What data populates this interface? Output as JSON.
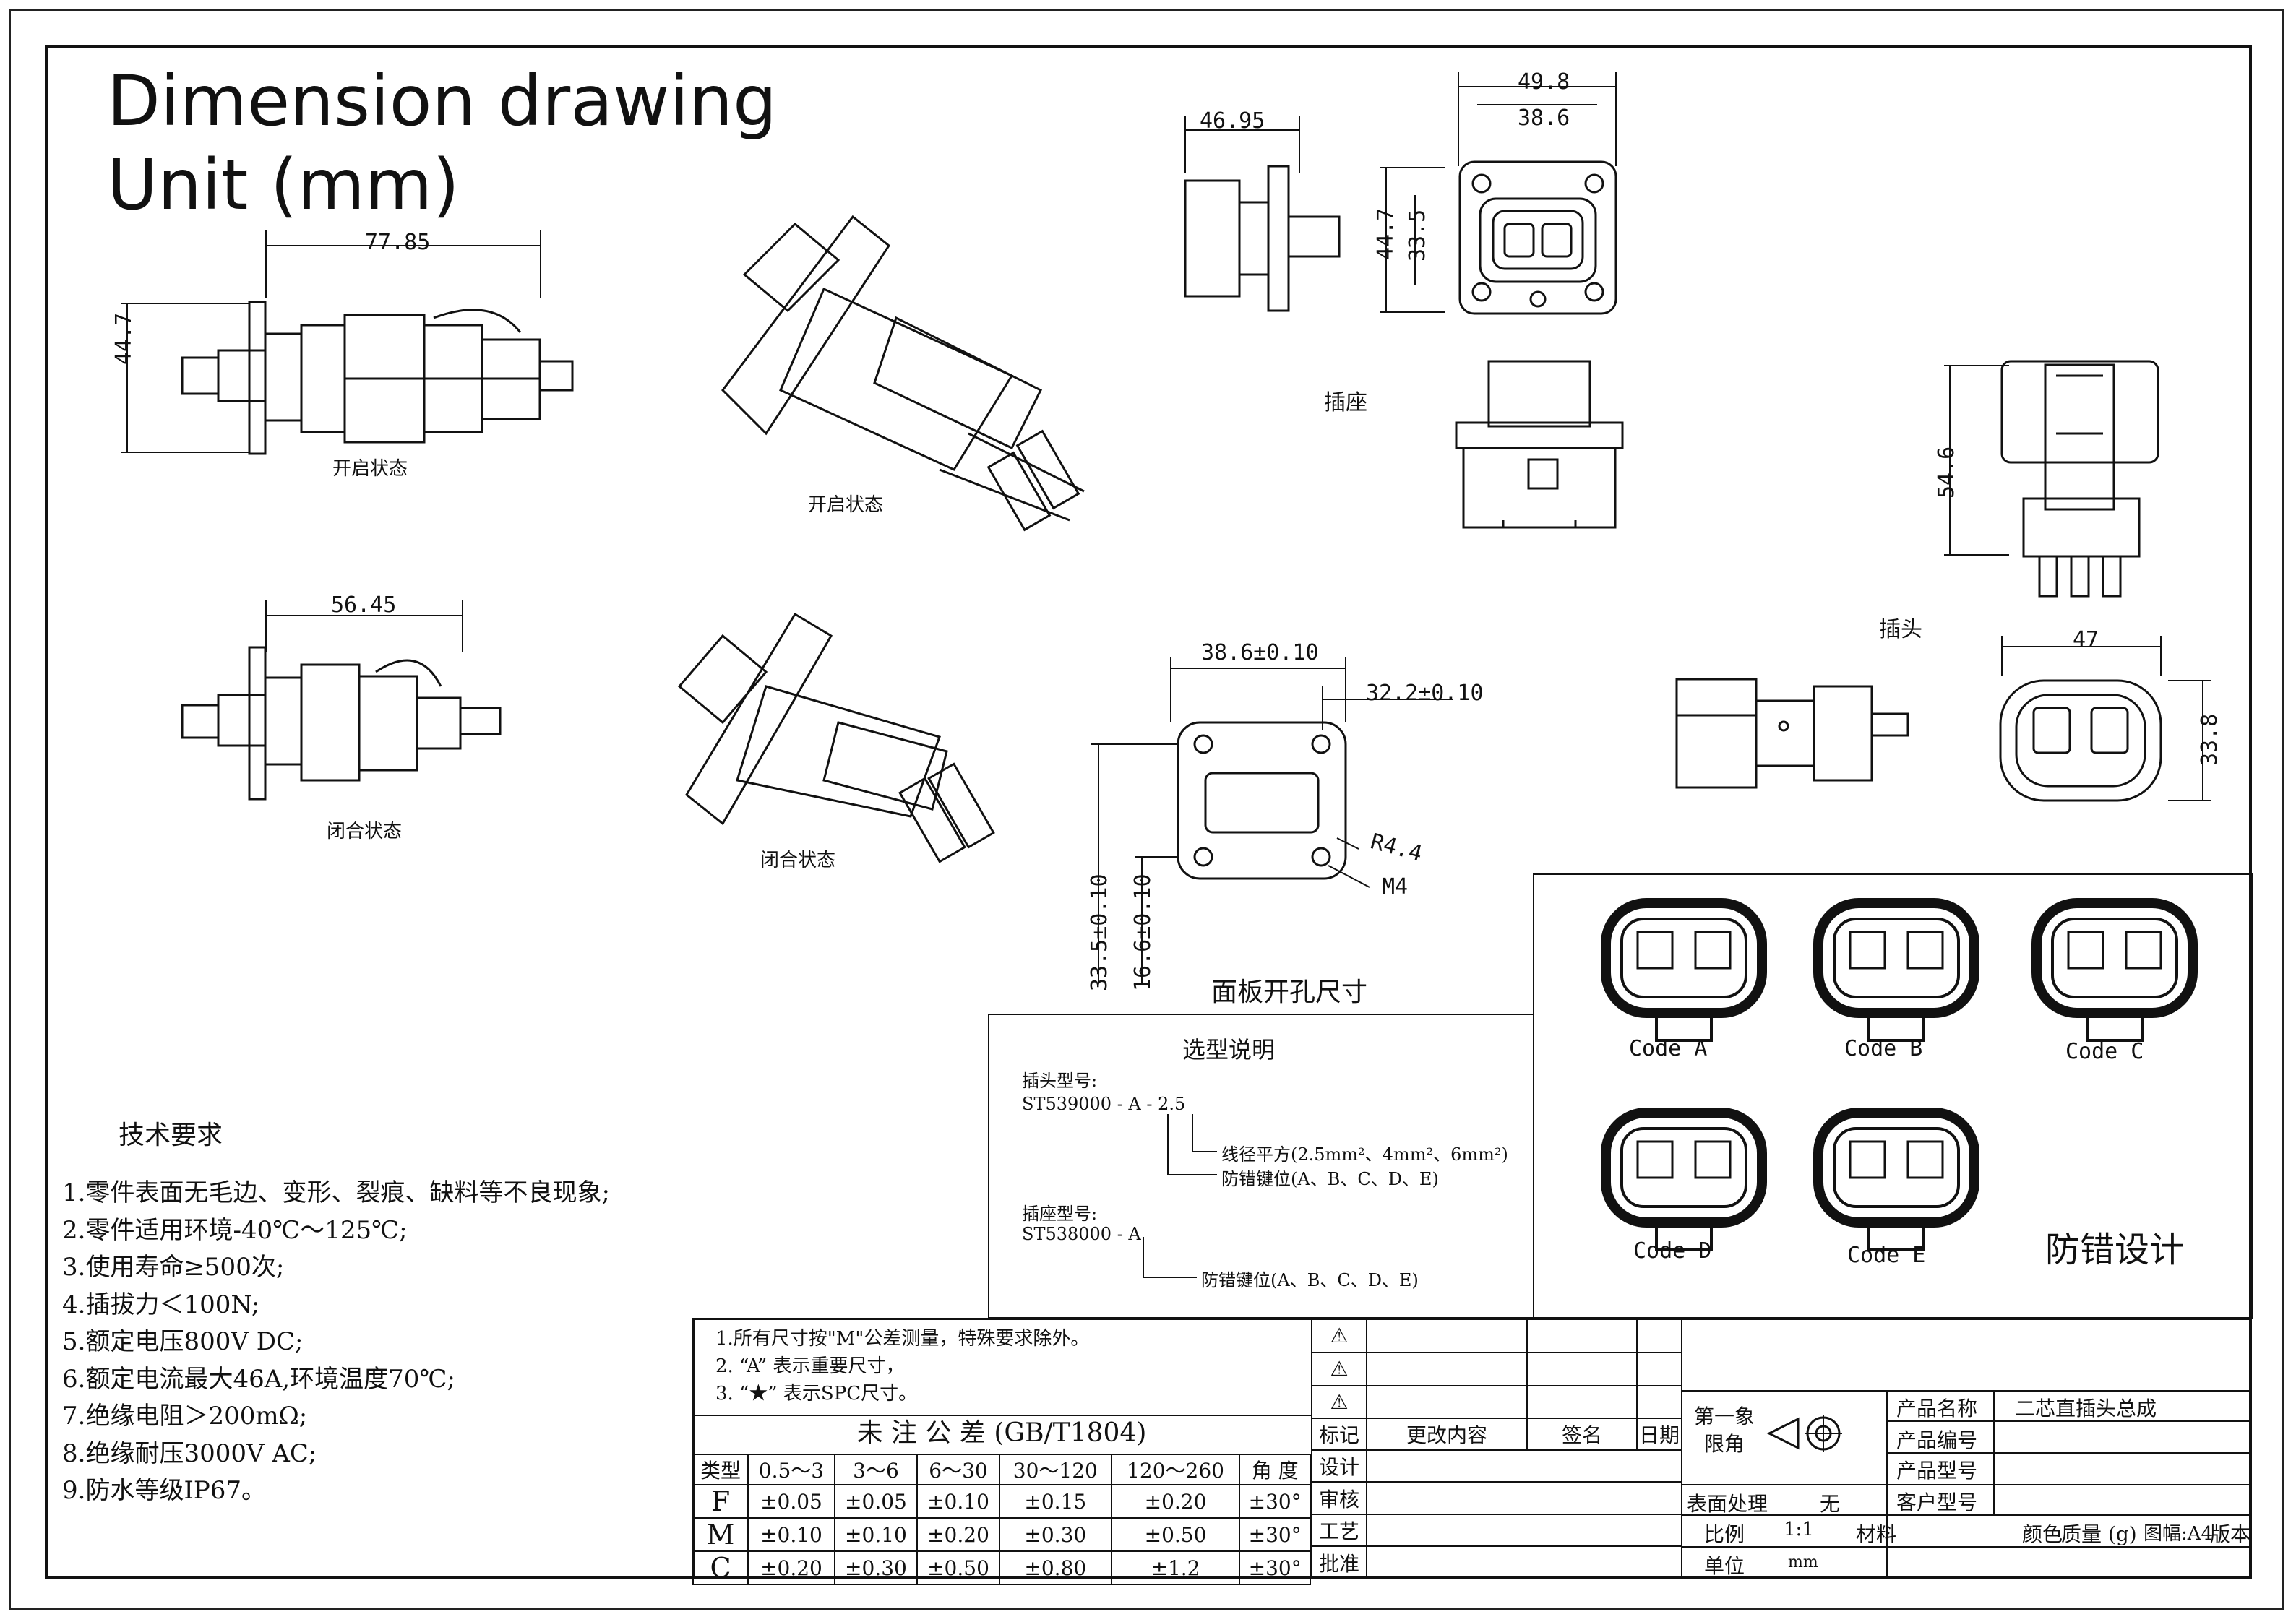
{
  "title": {
    "line1": "Dimension drawing",
    "line2": "Unit (mm)"
  },
  "views": {
    "open_side_label": "开启状态",
    "open_iso_label": "开启状态",
    "closed_side_label": "闭合状态",
    "closed_iso_label": "闭合状态",
    "socket_label": "插座",
    "plug_label": "插头",
    "panel_label": "面板开孔尺寸",
    "anti_mismatch_label": "防错设计"
  },
  "dimensions": {
    "open_length": "77.85",
    "open_height": "44.7",
    "closed_length": "56.45",
    "socket_depth": "46.95",
    "socket_width": "49.8",
    "socket_inner_width": "38.6",
    "socket_height": "44.7",
    "socket_inner_height": "33.5",
    "plug_height": "54.6",
    "plug_width": "47",
    "plug_front_height": "33.8",
    "panel_w1": "38.6±0.10",
    "panel_w2": "32.2±0.10",
    "panel_h1": "33.5±0.10",
    "panel_h2": "16.6±0.10",
    "panel_radius": "R4.4",
    "panel_thread": "M4"
  },
  "codes": [
    "Code  A",
    "Code  B",
    "Code  C",
    "Code  D",
    "Code  E"
  ],
  "selection": {
    "title": "选型说明",
    "plug_model_label": "插头型号:",
    "plug_model": "ST539000 - A - 2.5",
    "plug_wire_note": "线径平方(2.5mm²、4mm²、6mm²)",
    "plug_key_note": "防错键位(A、B、C、D、E)",
    "socket_model_label": "插座型号:",
    "socket_model": "ST538000 - A",
    "socket_key_note": "防错键位(A、B、C、D、E)"
  },
  "tech_requirements": {
    "title": "技术要求",
    "items": [
      "1.零件表面无毛边、变形、裂痕、缺料等不良现象;",
      "2.零件适用环境-40℃～125℃;",
      "3.使用寿命≥500次;",
      "4.插拔力＜100N;",
      "5.额定电压800V DC;",
      "6.额定电流最大46A,环境温度70℃;",
      "7.绝缘电阻＞200mΩ;",
      "8.绝缘耐压3000V AC;",
      "9.防水等级IP67。"
    ]
  },
  "title_block": {
    "notes": [
      "1.所有尺寸按\"M\"公差测量，特殊要求除外。",
      "2. “A” 表示重要尺寸，",
      "3. “★” 表示SPC尺寸。"
    ],
    "tolerance_title": "未 注 公 差  (GB/T1804)",
    "tol_header": [
      "类型",
      "0.5～3",
      "3～6",
      "6～30",
      "30～120",
      "120～260",
      "角 度"
    ],
    "tol_rows": [
      [
        "F",
        "±0.05",
        "±0.05",
        "±0.10",
        "±0.15",
        "±0.20",
        "±30°"
      ],
      [
        "M",
        "±0.10",
        "±0.10",
        "±0.20",
        "±0.30",
        "±0.50",
        "±30°"
      ],
      [
        "C",
        "±0.20",
        "±0.30",
        "±0.50",
        "±0.80",
        "±1.2",
        "±30°"
      ]
    ],
    "rev_header": [
      "标记",
      "更改内容",
      "签名",
      "日期"
    ],
    "approvals": [
      "设计",
      "审核",
      "工艺",
      "批准"
    ],
    "projection": "第一象\n限角",
    "product_name_label": "产品名称",
    "product_name": "二芯直插头总成",
    "product_no_label": "产品编号",
    "product_type_label": "产品型号",
    "customer_type_label": "客户型号",
    "surface_label": "表面处理",
    "surface_value": "无",
    "scale_label": "比例",
    "scale_value": "1:1",
    "material_label": "材料",
    "color_label": "颜色",
    "mass_label": "质量 (g)",
    "sheet_label": "图幅:A4",
    "version_label": "版本",
    "unit_label": "单位",
    "unit_value": "mm"
  }
}
